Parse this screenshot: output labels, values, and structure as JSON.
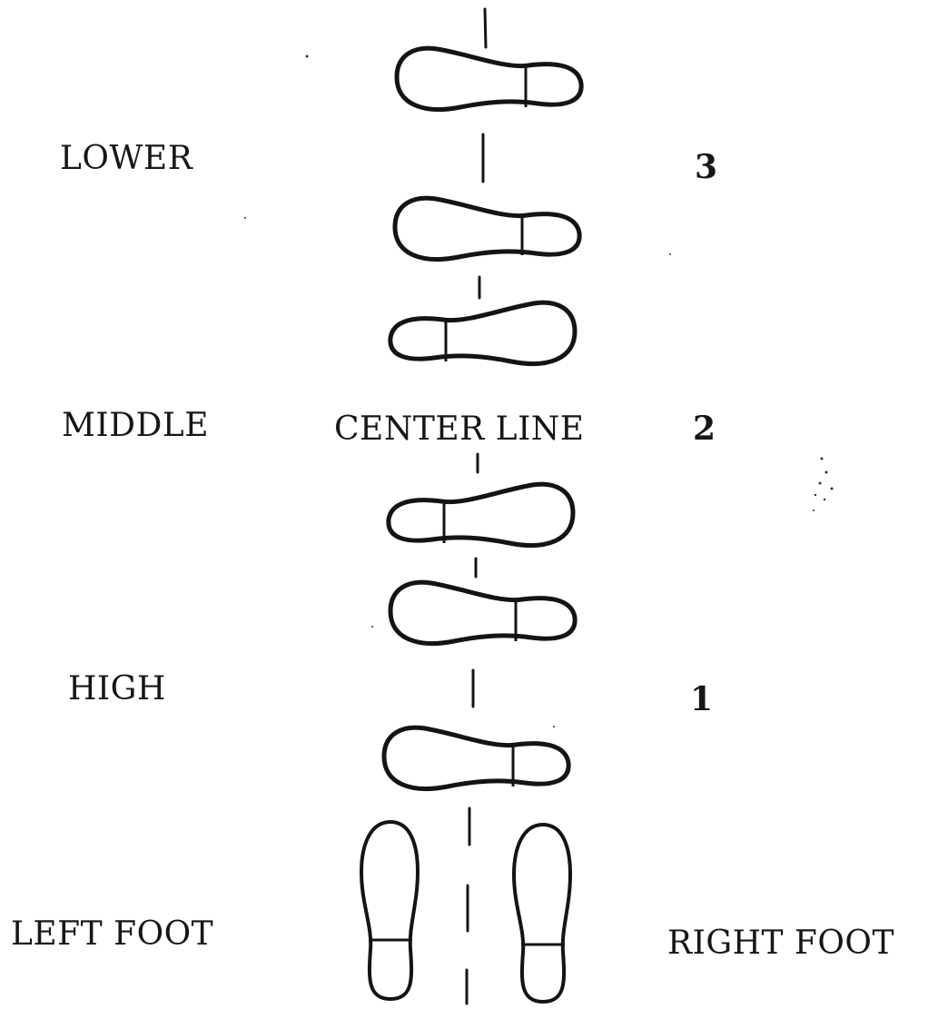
{
  "labels": {
    "lower": "LOWER",
    "middle": "MIDDLE",
    "high": "HIGH",
    "center_line": "CENTER LINE",
    "left_foot": "LEFT FOOT",
    "right_foot": "RIGHT FOOT"
  },
  "steps": {
    "three": "3",
    "two": "2",
    "one": "1"
  }
}
